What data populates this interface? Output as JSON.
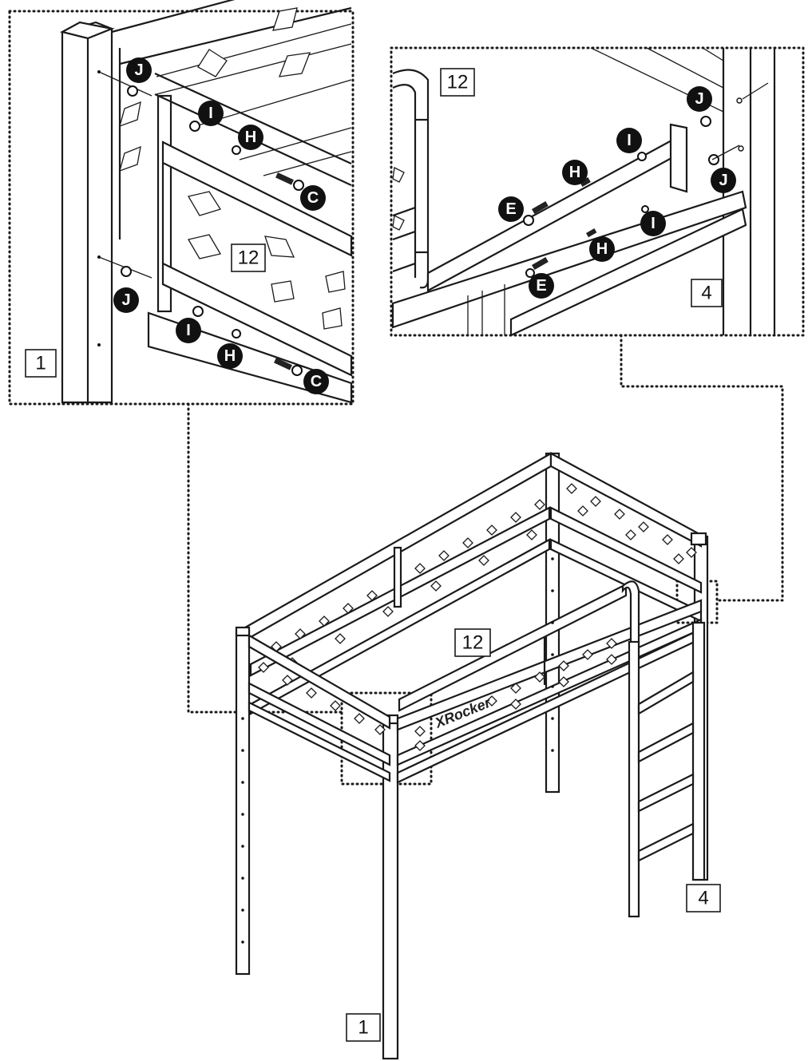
{
  "part_labels": {
    "detail_left_post": "1",
    "detail_left_panel": "12",
    "detail_right_rail": "12",
    "detail_right_post": "4",
    "main_panel": "12",
    "main_ladder_post": "4",
    "main_front_post": "1"
  },
  "hardware_callouts": {
    "left_detail": [
      "J",
      "I",
      "H",
      "C",
      "J",
      "I",
      "H",
      "C"
    ],
    "right_detail": [
      "J",
      "I",
      "H",
      "E",
      "J",
      "I",
      "H",
      "E"
    ]
  },
  "logo_text": "XRocker"
}
